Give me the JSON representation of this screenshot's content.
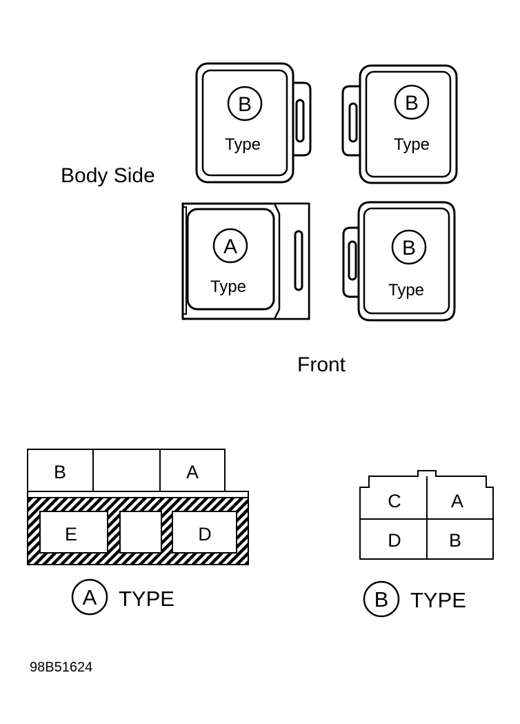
{
  "labels": {
    "body_side": "Body Side",
    "front": "Front",
    "figure_id": "98B51624"
  },
  "connectors": {
    "top_left": {
      "letter": "B",
      "type_word": "Type"
    },
    "top_right": {
      "letter": "B",
      "type_word": "Type"
    },
    "bottom_left": {
      "letter": "A",
      "type_word": "Type"
    },
    "bottom_right": {
      "letter": "B",
      "type_word": "Type"
    }
  },
  "type_a": {
    "circle_letter": "A",
    "caption": "TYPE",
    "top_row": [
      "B",
      "",
      "A"
    ],
    "bottom_row": [
      "E",
      "",
      "D"
    ]
  },
  "type_b": {
    "circle_letter": "B",
    "caption": "TYPE",
    "top_row": [
      "C",
      "A"
    ],
    "bottom_row": [
      "D",
      "B"
    ]
  },
  "colors": {
    "ink": "#000000",
    "background": "#ffffff"
  }
}
